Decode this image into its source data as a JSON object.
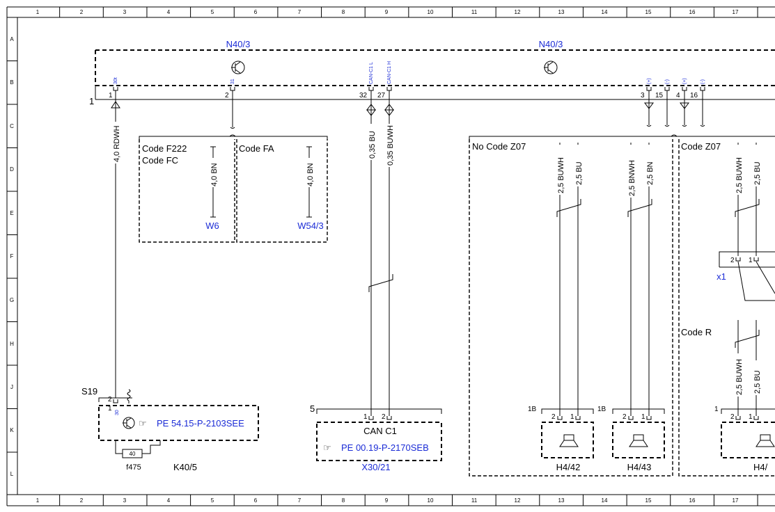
{
  "grid": {
    "columns": [
      "1",
      "2",
      "3",
      "4",
      "5",
      "6",
      "7",
      "8",
      "9",
      "10",
      "11",
      "12",
      "13",
      "14",
      "15",
      "16",
      "17"
    ],
    "rows": [
      "A",
      "B",
      "C",
      "D",
      "E",
      "F",
      "G",
      "H",
      "J",
      "K",
      "L"
    ]
  },
  "components": {
    "n40_left": "N40/3",
    "n40_right": "N40/3",
    "w6": "W6",
    "w54": "W54/3",
    "x30": "X30/21",
    "h442": "H4/42",
    "h443": "H4/43",
    "h4r": "H4/",
    "x1": "x1",
    "k40": "K40/5",
    "f475": "f475",
    "s19": "S19",
    "fuse_value": "40"
  },
  "codes": {
    "f222": "Code F222",
    "fc": "Code FC",
    "fa": "Code FA",
    "no_z07": "No Code Z07",
    "z07": "Code Z07",
    "r": "Code R",
    "can_c1": "CAN C1"
  },
  "refs": {
    "pe54": "PE 54.15-P-2103SEE",
    "pe00": "PE 00.19-P-2170SEB"
  },
  "wires": {
    "rdwh": "4,0 RDWH",
    "bn1": "4,0 BN",
    "bn2": "4,0 BN",
    "can_bu": "0,35 BU",
    "can_buwh": "0,35 BUWH",
    "a_buwh": "2,5 BUWH",
    "a_bu": "2,5 BU",
    "b_bnwh": "2,5 BNWH",
    "b_bn": "2,5 BN",
    "c_buwh": "2,5 BUWH",
    "c_bu": "2,5 BU",
    "d_buwh": "2,5 BUWH",
    "d_bu": "2,5 BU"
  },
  "pin_labels": {
    "p30t": "30t",
    "p31": "31",
    "pcanl": "CAN-C1 L",
    "pcanh": "CAN-C1 H",
    "pplus1": "(+)",
    "pminus1": "(-)",
    "pplus2": "(+)",
    "pminus2": "(-)",
    "p30": "30"
  },
  "pins": {
    "n1": "1",
    "n2": "2",
    "n32": "32",
    "n27": "27",
    "n3": "3",
    "n15": "15",
    "n4": "4",
    "n16": "16",
    "conn1": "1",
    "s19_2": "2",
    "s19_1": "1",
    "x30_1": "1",
    "x30_2": "2",
    "x30_5": "5",
    "h442_1b": "1B",
    "h442_2": "2",
    "h442_1": "1",
    "h443_1b": "1B",
    "h443_2": "2",
    "h443_1": "1",
    "x1_2": "2",
    "x1_1": "1",
    "h4r_1": "1",
    "h4r_2": "2",
    "h4r_p1": "1"
  }
}
